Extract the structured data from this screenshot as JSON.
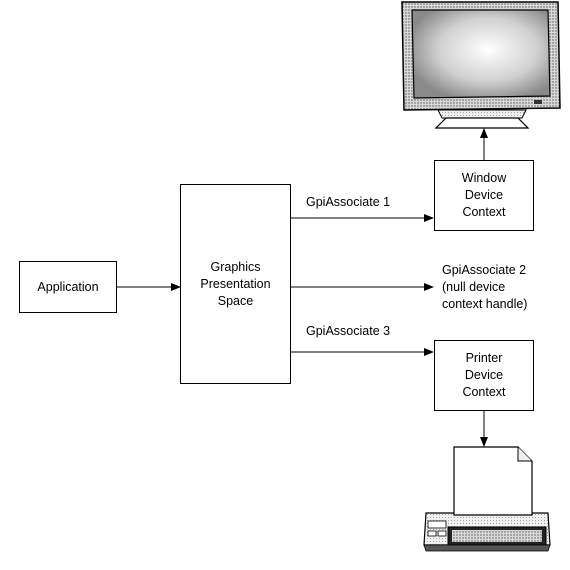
{
  "nodes": {
    "application": "Application",
    "presentation_space": "Graphics\nPresentation\nSpace",
    "window_dc": "Window\nDevice\nContext",
    "printer_dc": "Printer\nDevice\nContext"
  },
  "edges": {
    "assoc1": "GpiAssociate  1",
    "assoc2": "GpiAssociate  2\n(null  device\ncontext  handle)",
    "assoc3": "GpiAssociate  3"
  },
  "icons": {
    "monitor": "monitor-icon",
    "printer": "printer-icon",
    "page": "paper-sheet-icon"
  }
}
